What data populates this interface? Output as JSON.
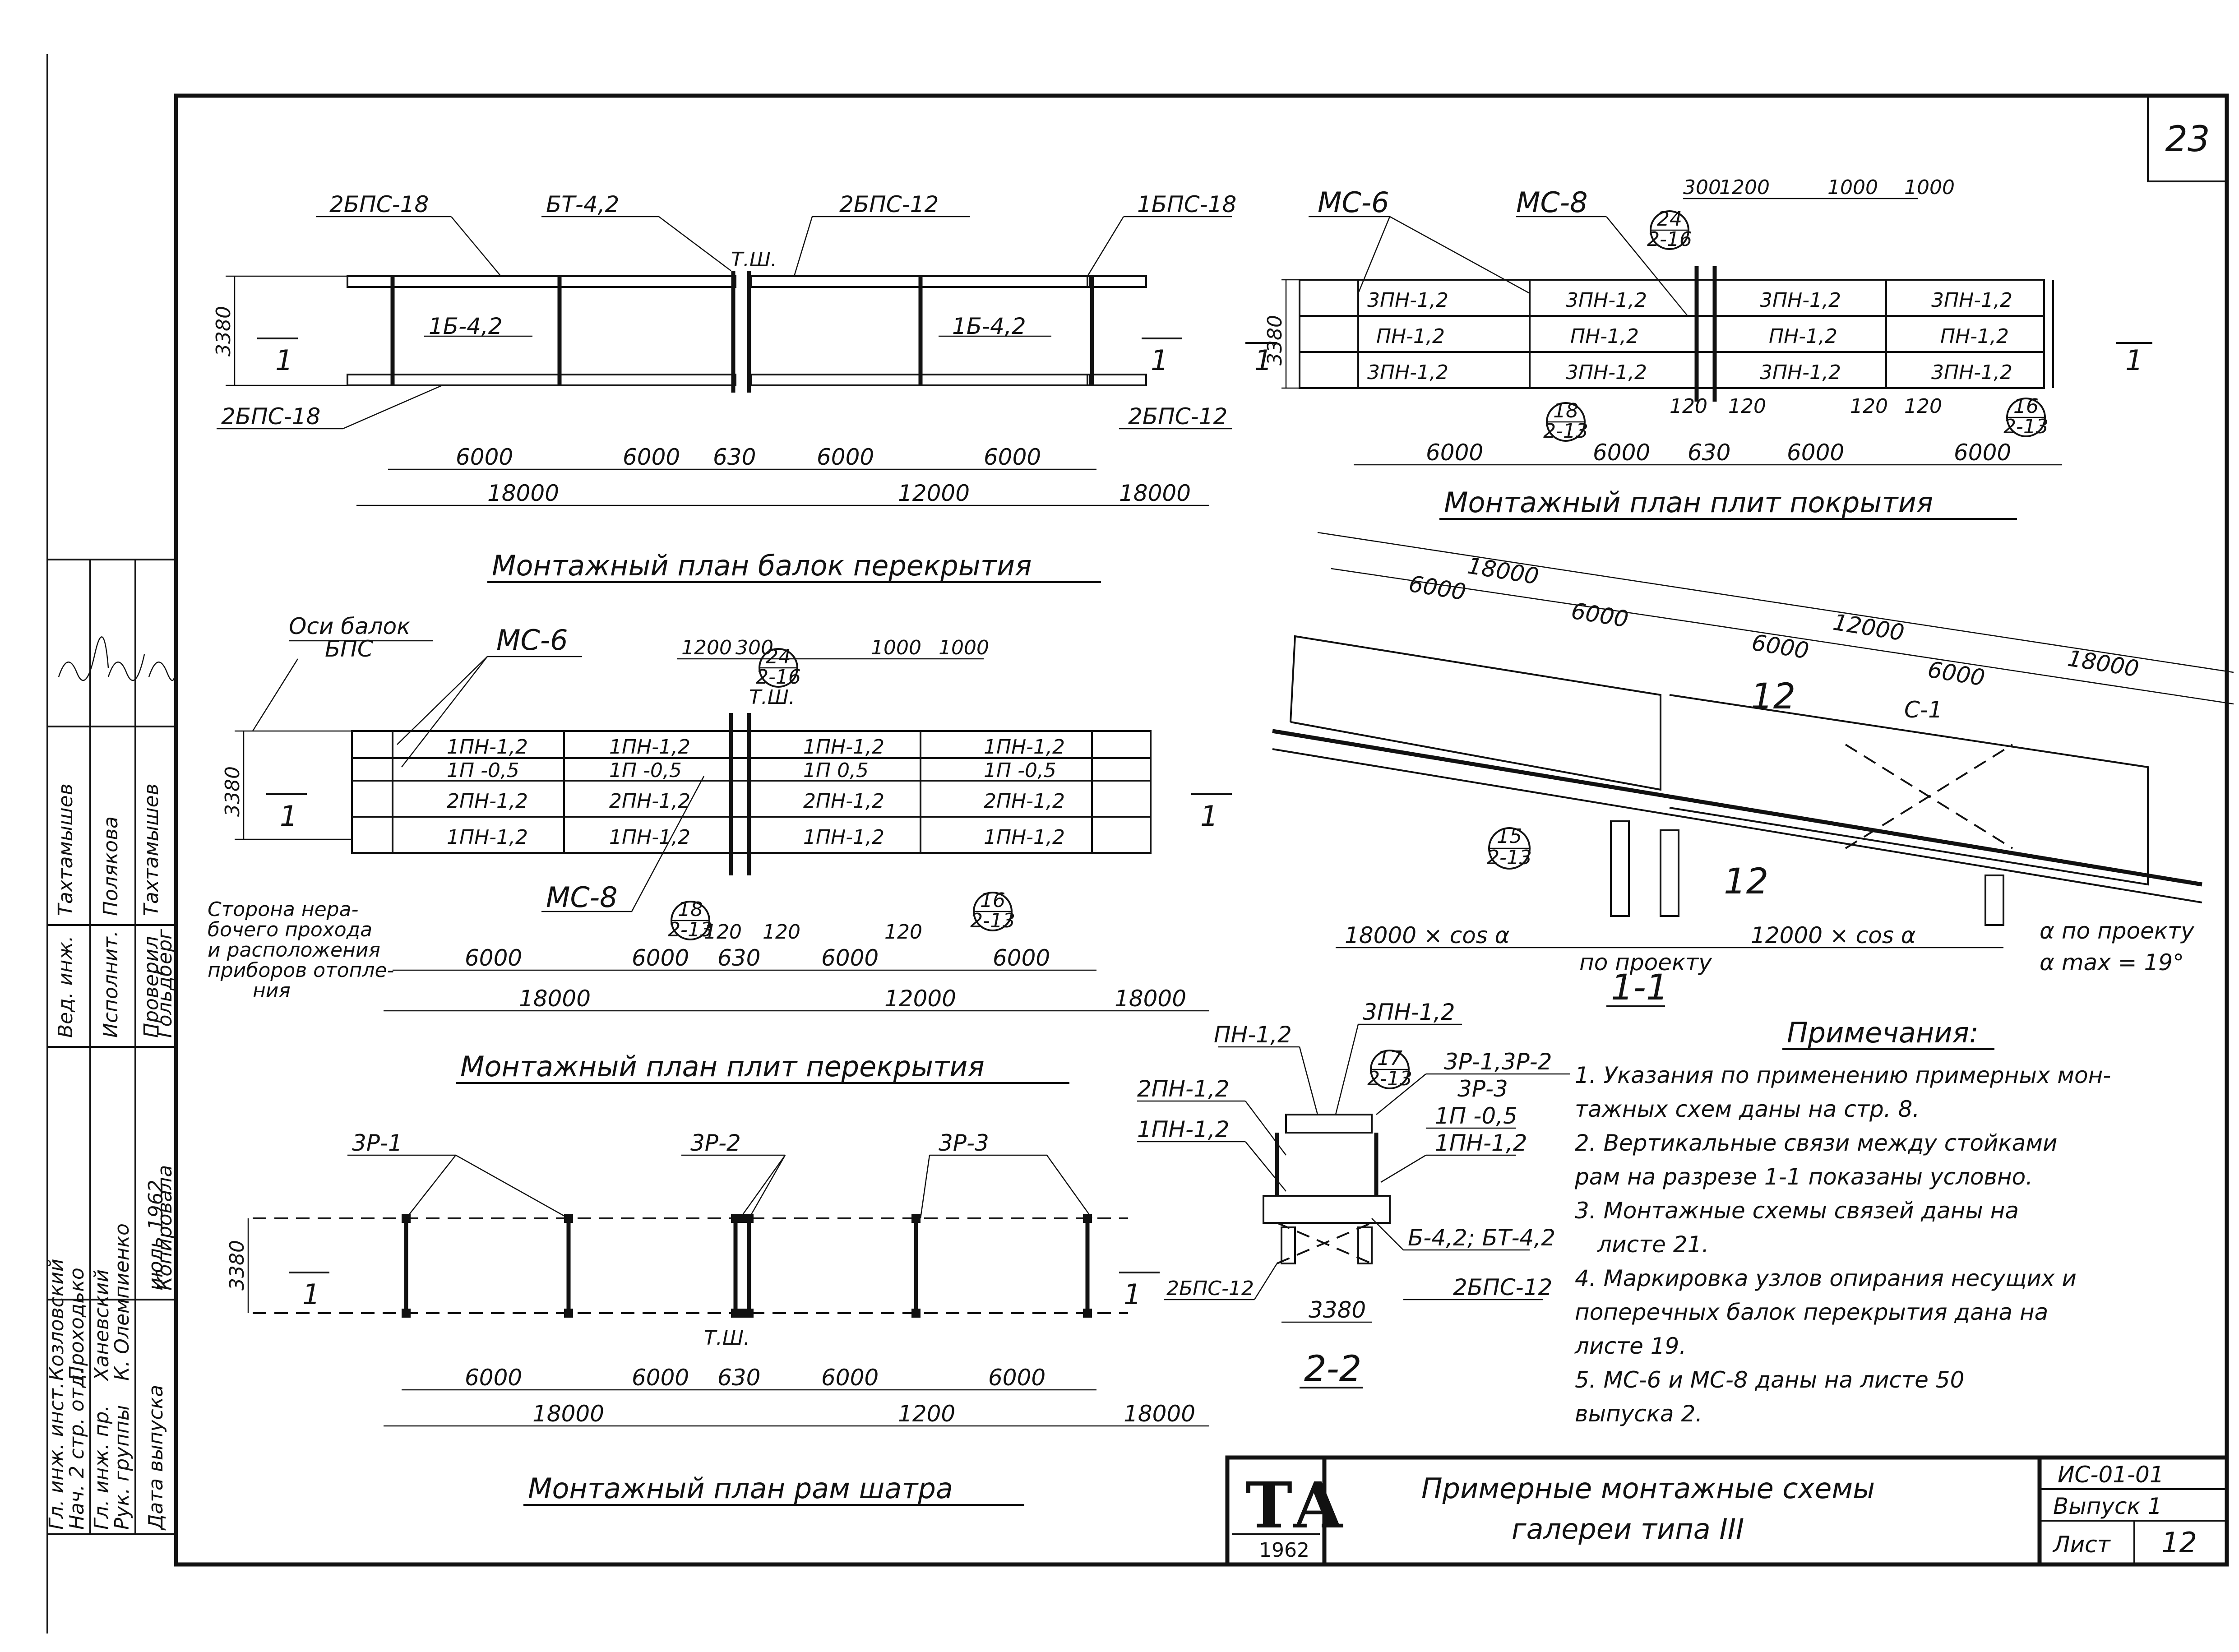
{
  "sheet": {
    "page_number": "23"
  },
  "beam_plan": {
    "title": "Монтажный план балок перекрытия",
    "labels": [
      "2БПС-18",
      "БТ-4,2",
      "2БПС-12",
      "1БПС-18",
      "1Б-4,2",
      "1Б-4,2",
      "2БПС-18",
      "2БПС-12",
      "Т.Ш."
    ],
    "dim_height": "3380",
    "section_mark": "1",
    "dims_row1": [
      "6000",
      "6000",
      "630",
      "6000",
      "6000"
    ],
    "dims_row2": [
      "18000",
      "12000",
      "18000"
    ]
  },
  "roof_plan": {
    "title": "Монтажный план плит покрытия",
    "labels": [
      "МС-6",
      "МС-8"
    ],
    "top_dims": [
      "300",
      "1200",
      "1000",
      "1000"
    ],
    "slabs": [
      "3ПН-1,2",
      "3ПН-1,2",
      "3ПН-1,2",
      "3ПН-1,2",
      "ПН-1,2",
      "ПН-1,2",
      "ПН-1,2",
      "ПН-1,2",
      "3ПН-1,2",
      "3ПН-1,2",
      "3ПН-1,2",
      "3ПН-1,2"
    ],
    "bubbles": [
      {
        "num": "24",
        "ref": "2-16"
      },
      {
        "num": "18",
        "ref": "2-13"
      },
      {
        "num": "16",
        "ref": "2-13"
      }
    ],
    "small_dims": [
      "120",
      "120",
      "120",
      "120"
    ],
    "dim_height": "3380",
    "section_mark": "1",
    "dims_row1": [
      "6000",
      "6000",
      "630",
      "6000",
      "6000"
    ]
  },
  "section_1": {
    "title": "1-1",
    "dims": [
      "18000",
      "6000",
      "6000",
      "12000",
      "6000",
      "6000",
      "18000"
    ],
    "labels": [
      "12",
      "12",
      "С-1"
    ],
    "bubble": {
      "num": "15",
      "ref": "2-13"
    },
    "bottom_labels": [
      "18000 × cos α",
      "12000 × cos α",
      "по проекту"
    ],
    "angle_note": [
      "α по проекту",
      "α max = 19°"
    ]
  },
  "floor_slab_plan": {
    "title": "Монтажный план плит перекрытия",
    "labels": [
      "Оси балок",
      "БПС",
      "МС-6",
      "Т.Ш.",
      "МС-8"
    ],
    "top_dims": [
      "1200",
      "300",
      "1000",
      "1000"
    ],
    "slabs_row1": [
      "1ПН-1,2",
      "1ПН-1,2",
      "1ПН-1,2",
      "1ПН-1,2"
    ],
    "slabs_row2": [
      "1П -0,5",
      "1П -0,5",
      "1П 0,5",
      "1П -0,5"
    ],
    "slabs_row3": [
      "2ПН-1,2",
      "2ПН-1,2",
      "2ПН-1,2",
      "2ПН-1,2"
    ],
    "slabs_row4": [
      "1ПН-1,2",
      "1ПН-1,2",
      "1ПН-1,2",
      "1ПН-1,2"
    ],
    "bubbles": [
      {
        "num": "24",
        "ref": "2-16"
      },
      {
        "num": "18",
        "ref": "2-13"
      },
      {
        "num": "16",
        "ref": "2-13"
      }
    ],
    "small_dims": [
      "120",
      "120",
      "120"
    ],
    "side_note": [
      "Сторона нера-",
      "бочего прохода",
      "и расположения",
      "приборов отопле-",
      "ния"
    ],
    "dim_height": "3380",
    "section_mark": "1",
    "dims_row1": [
      "6000",
      "6000",
      "630",
      "6000",
      "6000"
    ],
    "dims_row2": [
      "18000",
      "12000",
      "18000"
    ]
  },
  "section_2": {
    "title": "2-2",
    "labels": [
      "ПН-1,2",
      "3ПН-1,2",
      "2ПН-1,2",
      "1ПН-1,2",
      "3Р-1,3Р-2",
      "3Р-3",
      "1П -0,5",
      "1ПН-1,2",
      "Б-4,2; БТ-4,2",
      "2БПС-12",
      "2БПС-12"
    ],
    "bubble": {
      "num": "17",
      "ref": "2-13"
    },
    "dim": "3380"
  },
  "frame_plan": {
    "title": "Монтажный план рам шатра",
    "labels": [
      "3Р-1",
      "3Р-2",
      "3Р-3",
      "Т.Ш."
    ],
    "dim_height": "3380",
    "section_mark": "1",
    "dims_row1": [
      "6000",
      "6000",
      "630",
      "6000",
      "6000"
    ],
    "dims_row2": [
      "18000",
      "1200",
      "18000"
    ]
  },
  "notes": {
    "heading": "Примечания:",
    "lines": [
      "1. Указания по применению примерных мон-",
      "тажных схем даны на стр. 8.",
      "2. Вертикальные связи между стойками",
      "рам на разрезе 1-1 показаны условно.",
      "3. Монтажные схемы связей даны на",
      "листе 21.",
      "4. Маркировка узлов опирания несущих и",
      "поперечных балок перекрытия дана на",
      "листе 19.",
      "5. МС-6 и МС-8 даны на листе 50",
      "выпуска 2."
    ]
  },
  "title_block": {
    "logo": "ТА",
    "year": "1962",
    "title_line1": "Примерные монтажные схемы",
    "title_line2": "галереи типа III",
    "code": "ИС-01-01",
    "issue": "Выпуск 1",
    "sheet_label": "Лист",
    "sheet_no": "12"
  },
  "stamp": {
    "rows": [
      [
        "Гл. инж. инст.",
        "Козловский"
      ],
      [
        "Нач. 2 стр. отд.",
        "Проходько"
      ],
      [
        "Гл. инж. пр.",
        "Ханевский"
      ],
      [
        "Рук. группы",
        "К. Олемпиенко"
      ],
      [
        "Дата выпуска",
        "июль 1962"
      ],
      [
        "Вед. инж.",
        "Тахтамышев"
      ],
      [
        "Исполнит.",
        "Полякова"
      ],
      [
        "Проверил",
        "Тахтамышев"
      ],
      [
        "Копировала",
        "Гольдберг"
      ]
    ]
  },
  "colors": {
    "ink": "#111111",
    "paper": "#ffffff"
  }
}
